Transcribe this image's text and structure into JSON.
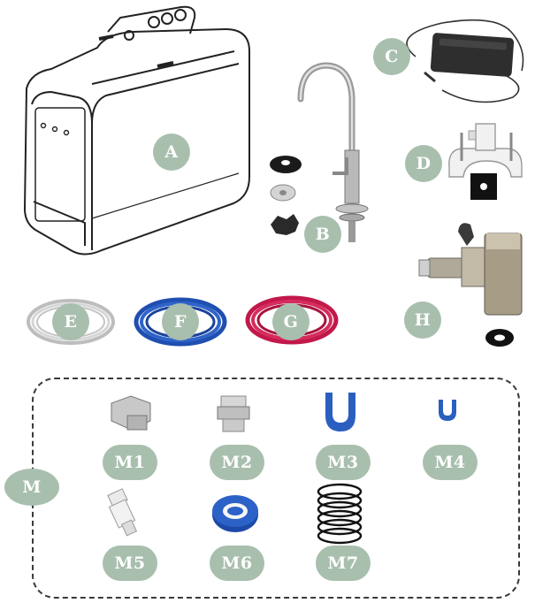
{
  "labels": {
    "A": "A",
    "B": "B",
    "C": "C",
    "D": "D",
    "E": "E",
    "F": "F",
    "G": "G",
    "H": "H",
    "M": "M",
    "M1": "M1",
    "M2": "M2",
    "M3": "M3",
    "M4": "M4",
    "M5": "M5",
    "M6": "M6",
    "M7": "M7"
  },
  "colors": {
    "badge": "#a9bfae",
    "tube_blue": "#1f4fb0",
    "tube_red": "#c2184a",
    "fitting_blue": "#2a5fc0"
  },
  "icons": {
    "A": "water-purifier-unit-icon",
    "B": "faucet-with-washers-icon",
    "C": "power-adapter-icon",
    "D": "drain-saddle-clamp-icon",
    "E": "white-tubing-coil-icon",
    "F": "blue-tubing-coil-icon",
    "G": "red-tubing-coil-icon",
    "H": "feed-water-valve-icon",
    "M1": "threaded-adapter-icon",
    "M2": "hex-nipple-icon",
    "M3": "large-u-clip-icon",
    "M4": "small-u-clip-icon",
    "M5": "quick-connect-fitting-icon",
    "M6": "ptfe-tape-roll-icon",
    "M7": "spring-coil-icon"
  }
}
